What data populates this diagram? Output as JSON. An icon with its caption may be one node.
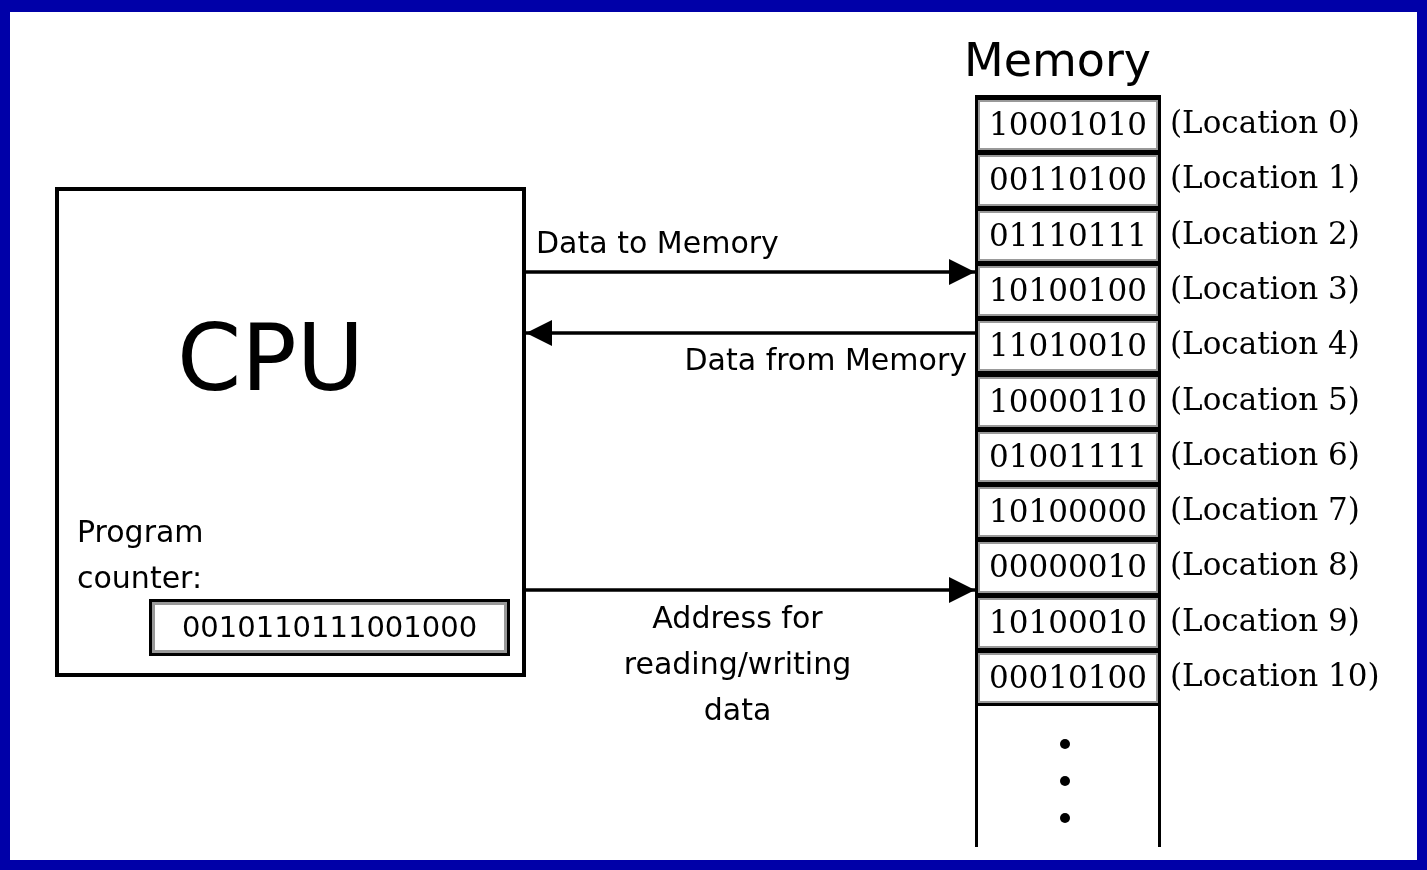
{
  "diagram": {
    "nodes": [
      {
        "text": [
          "CPU",
          "Program counter:"
        ]
      },
      {
        "text": [
          "0010110111001000"
        ],
        "in": 0
      },
      {
        "text": [
          "Memory"
        ]
      },
      {
        "text": [
          "10001010"
        ],
        "in": 2,
        "beside": [
          "(Location 0)"
        ]
      },
      {
        "text": [
          "00110100"
        ],
        "in": 2,
        "beside": [
          "(Location 1)"
        ]
      },
      {
        "text": [
          "01110111"
        ],
        "in": 2,
        "beside": [
          "(Location 2)"
        ]
      },
      {
        "text": [
          "10100100"
        ],
        "in": 2,
        "beside": [
          "(Location 3)"
        ]
      },
      {
        "text": [
          "11010010"
        ],
        "in": 2,
        "beside": [
          "(Location 4)"
        ]
      },
      {
        "text": [
          "10000110"
        ],
        "in": 2,
        "beside": [
          "(Location 5)"
        ]
      },
      {
        "text": [
          "01001111"
        ],
        "in": 2,
        "beside": [
          "(Location 6)"
        ]
      },
      {
        "text": [
          "10100000"
        ],
        "in": 2,
        "beside": [
          "(Location 7)"
        ]
      },
      {
        "text": [
          "00000010"
        ],
        "in": 2,
        "beside": [
          "(Location 8)"
        ]
      },
      {
        "text": [
          "10100010"
        ],
        "in": 2,
        "beside": [
          "(Location 9)"
        ]
      },
      {
        "text": [
          "00010100"
        ],
        "in": 2,
        "beside": [
          "(Location 10)"
        ]
      }
    ],
    "edges": [
      {
        "from": 0,
        "to": 2,
        "arrow": "to",
        "label": "Data to Memory"
      },
      {
        "from": 2,
        "to": 0,
        "arrow": "to",
        "label": "Data from Memory"
      },
      {
        "from": 0,
        "to": 2,
        "arrow": "to",
        "label": "Address for reading/writing data"
      }
    ]
  }
}
